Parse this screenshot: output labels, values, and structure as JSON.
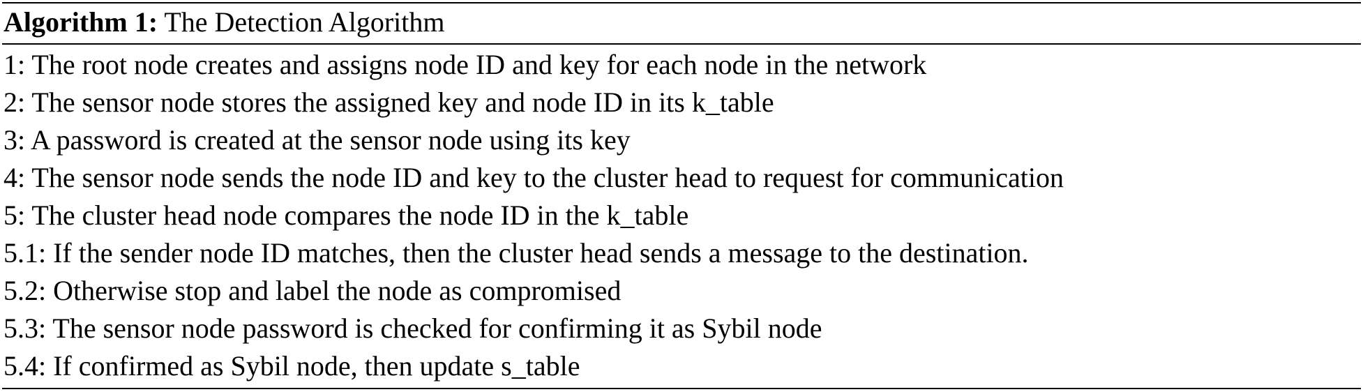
{
  "algorithm": {
    "label": "Algorithm 1:",
    "title": "The Detection Algorithm",
    "steps": [
      {
        "text": "1: The root node creates and assigns node ID and key for each node in the network"
      },
      {
        "text": "2: The sensor node stores the assigned key and node ID in its k_table"
      },
      {
        "text": "3: A password is created at the sensor node using its key"
      },
      {
        "text": "4: The sensor node sends the node ID and key to the cluster head to request for communication"
      },
      {
        "text": "5: The cluster head node compares the node ID in the k_table"
      },
      {
        "text": "5.1: If the sender node ID matches, then the cluster head sends a message to the destination."
      },
      {
        "text": "5.2: Otherwise stop and label the node as compromised"
      },
      {
        "text": "5.3: The sensor node password is checked for confirming it as Sybil node"
      },
      {
        "text": "5.4: If confirmed as Sybil node, then update s_table"
      }
    ]
  }
}
